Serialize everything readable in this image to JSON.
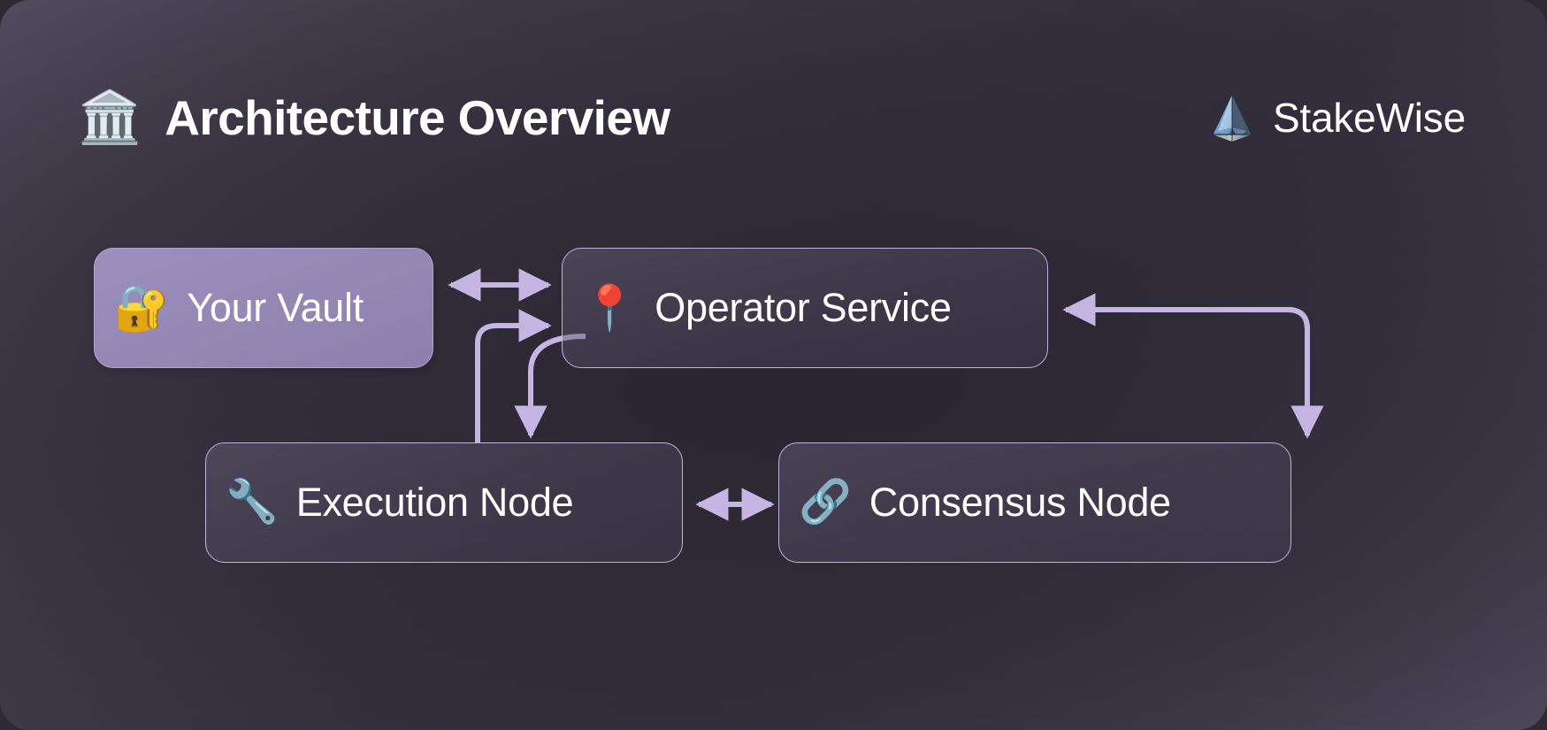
{
  "header": {
    "title": "Architecture Overview",
    "title_icon": "🏛️",
    "title_icon_name": "classical-building-icon",
    "brand_name": "StakeWise",
    "brand_mark_name": "stakewise-pyramid-logo"
  },
  "theme": {
    "background_dark": "#383341",
    "background_light": "#5d5568",
    "accent_purple": "#c2b2e0",
    "node_fill_purple": "#9487b4",
    "text_primary": "#ffffff",
    "brand_blue": "#8fc2e8"
  },
  "diagram": {
    "type": "architecture-flow",
    "nodes": [
      {
        "id": "vault",
        "label": "Your Vault",
        "icon": "🔐",
        "icon_name": "safe-vault-icon",
        "style": "filled"
      },
      {
        "id": "operator",
        "label": "Operator Service",
        "icon": "📍",
        "icon_name": "map-pin-icon",
        "style": "outlined"
      },
      {
        "id": "execution",
        "label": "Execution Node",
        "icon": "🔧",
        "icon_name": "wrench-icon",
        "style": "outlined"
      },
      {
        "id": "consensus",
        "label": "Consensus Node",
        "icon": "🔗",
        "icon_name": "chain-link-icon",
        "style": "outlined"
      }
    ],
    "edges": [
      {
        "from": "vault",
        "to": "operator",
        "direction": "bidirectional"
      },
      {
        "from": "execution",
        "to": "operator",
        "direction": "bidirectional"
      },
      {
        "from": "operator",
        "to": "execution",
        "direction": "directed"
      },
      {
        "from": "consensus",
        "to": "operator",
        "direction": "directed"
      },
      {
        "from": "operator",
        "to": "consensus",
        "direction": "directed"
      },
      {
        "from": "execution",
        "to": "consensus",
        "direction": "bidirectional"
      }
    ]
  }
}
